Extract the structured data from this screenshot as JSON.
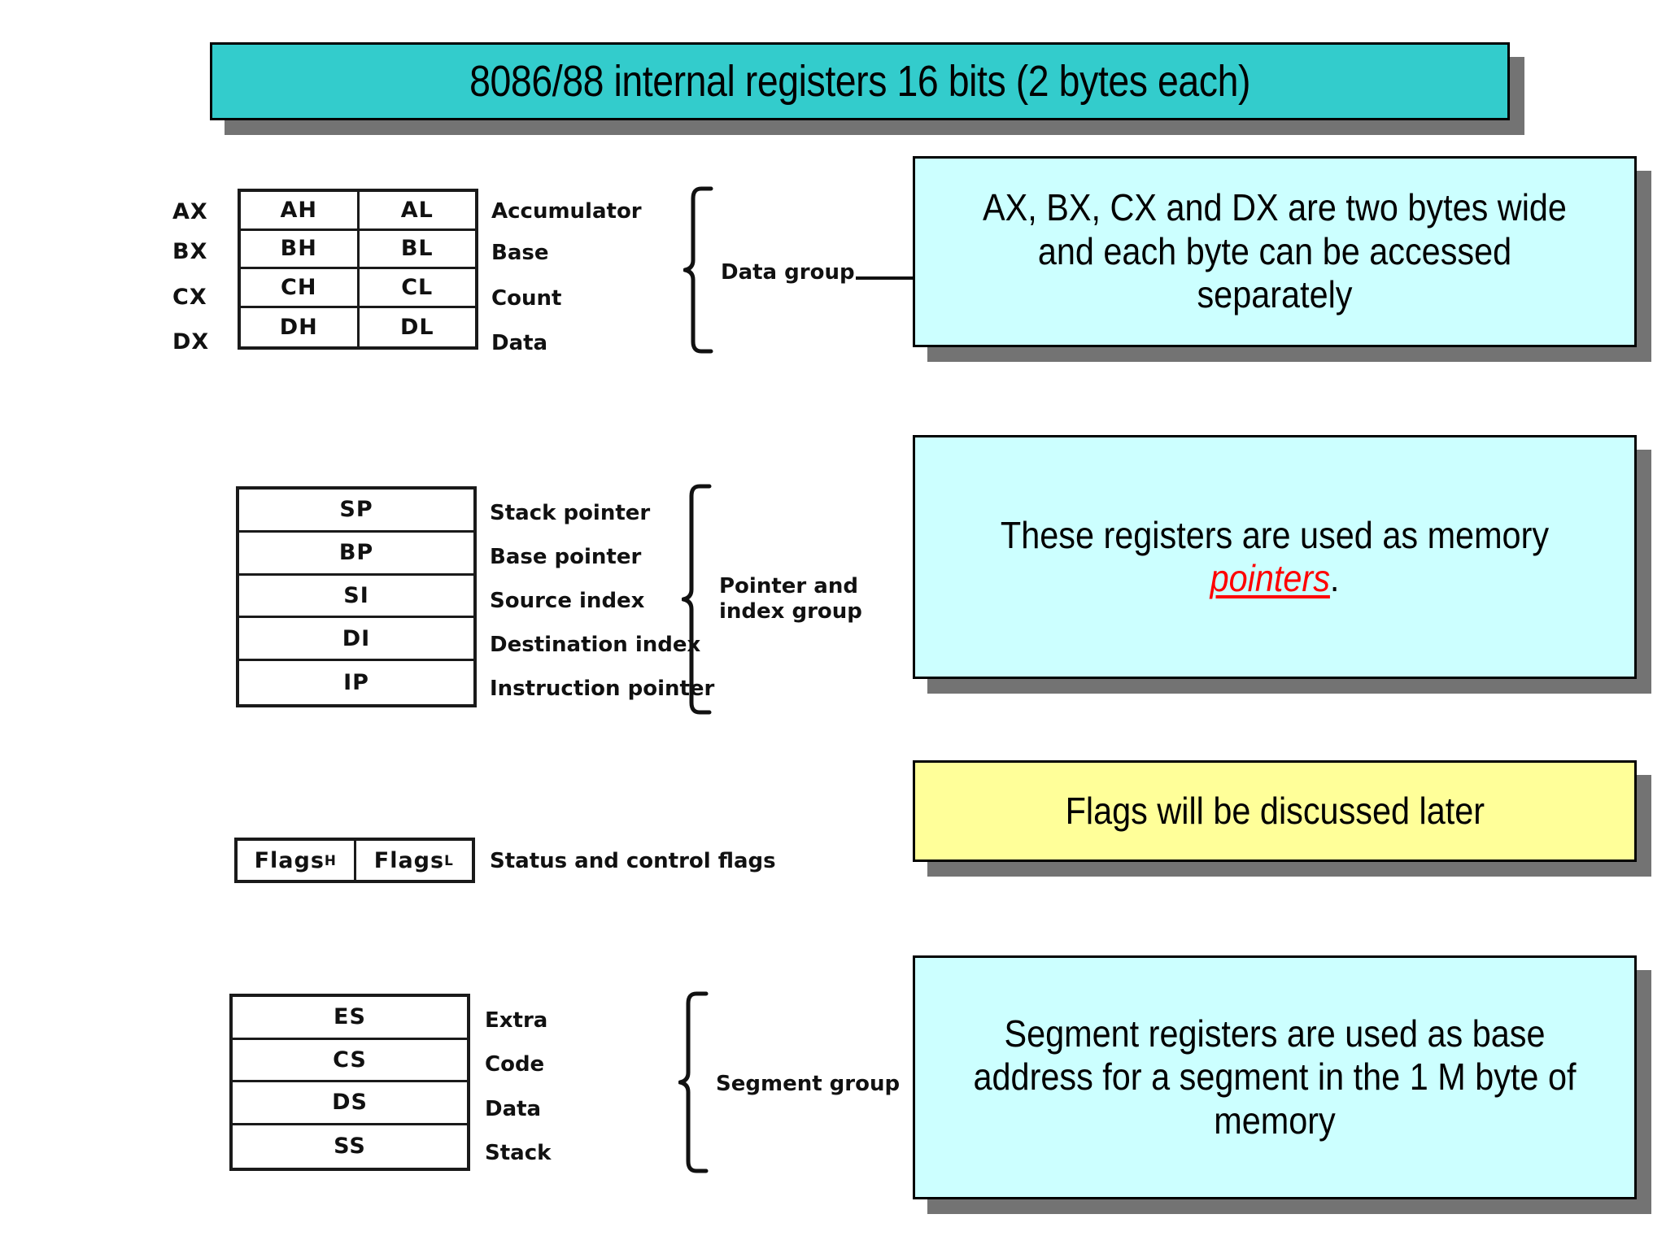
{
  "slide": {
    "title": "8086/88 internal registers 16 bits (2 bytes each)",
    "title_bg": "#33CCCC",
    "callout_bg_cyan": "#CCFFFF",
    "callout_bg_yellow": "#FFFF99",
    "accent_red": "#FF0000"
  },
  "data_group": {
    "group_label": "Data group",
    "rows": [
      {
        "tag": "AX",
        "high": "AH",
        "low": "AL",
        "desc": "Accumulator"
      },
      {
        "tag": "BX",
        "high": "BH",
        "low": "BL",
        "desc": "Base"
      },
      {
        "tag": "CX",
        "high": "CH",
        "low": "CL",
        "desc": "Count"
      },
      {
        "tag": "DX",
        "high": "DH",
        "low": "DL",
        "desc": "Data"
      }
    ]
  },
  "pointer_index_group": {
    "group_label": "Pointer and\nindex group",
    "rows": [
      {
        "name": "SP",
        "desc": "Stack pointer"
      },
      {
        "name": "BP",
        "desc": "Base pointer"
      },
      {
        "name": "SI",
        "desc": "Source index"
      },
      {
        "name": "DI",
        "desc": "Destination index"
      },
      {
        "name": "IP",
        "desc": "Instruction pointer"
      }
    ]
  },
  "flags_group": {
    "high": "Flags",
    "high_sub": "H",
    "low": "Flags",
    "low_sub": "L",
    "desc": "Status and control flags"
  },
  "segment_group": {
    "group_label": "Segment group",
    "rows": [
      {
        "name": "ES",
        "desc": "Extra"
      },
      {
        "name": "CS",
        "desc": "Code"
      },
      {
        "name": "DS",
        "desc": "Data"
      },
      {
        "name": "SS",
        "desc": "Stack"
      }
    ]
  },
  "callouts": {
    "data": "AX, BX, CX and DX are two bytes wide and each byte can be accessed separately",
    "pointer_prefix": "These registers are used as memory ",
    "pointer_keyword": "pointers",
    "pointer_suffix": ".",
    "flags": "Flags will be discussed later",
    "segment": "Segment registers are used as base address for a segment in the 1 M byte of memory"
  }
}
